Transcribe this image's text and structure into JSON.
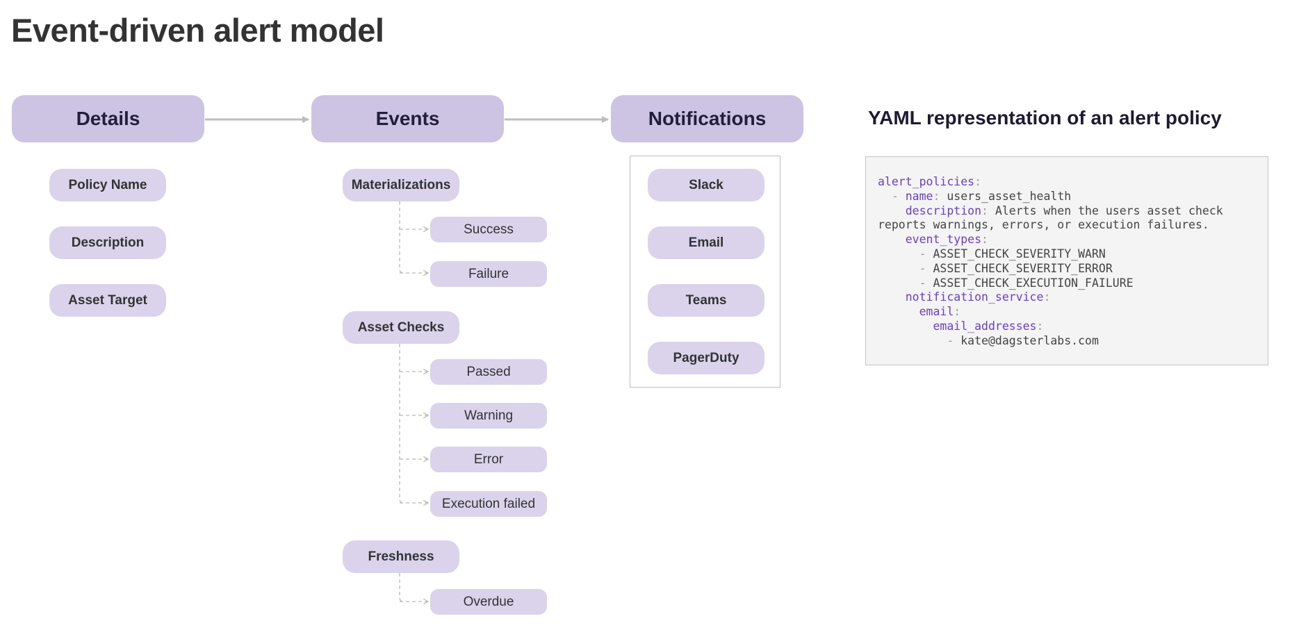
{
  "title": "Event-driven alert model",
  "colors": {
    "header_fill": "#cdc3e3",
    "pill_fill": "#dbd3ec",
    "arrow": "#bdbdbd",
    "connector": "#b8b8b8",
    "yaml_key": "#6a3fc0",
    "code_bg": "#f4f4f4"
  },
  "details": {
    "header": "Details",
    "items": [
      "Policy Name",
      "Description",
      "Asset Target"
    ]
  },
  "events": {
    "header": "Events",
    "groups": [
      {
        "label": "Materializations",
        "children": [
          "Success",
          "Failure"
        ]
      },
      {
        "label": "Asset Checks",
        "children": [
          "Passed",
          "Warning",
          "Error",
          "Execution failed"
        ]
      },
      {
        "label": "Freshness",
        "children": [
          "Overdue"
        ]
      }
    ]
  },
  "notifications": {
    "header": "Notifications",
    "items": [
      "Slack",
      "Email",
      "Teams",
      "PagerDuty"
    ]
  },
  "yaml": {
    "heading": "YAML representation of an alert policy",
    "lines": [
      {
        "indent": "",
        "key": "alert_policies",
        "punct": ":",
        "value": ""
      },
      {
        "indent": "  ",
        "dash": "- ",
        "key": "name",
        "punct": ": ",
        "value": "users_asset_health"
      },
      {
        "indent": "    ",
        "key": "description",
        "punct": ": ",
        "value": "Alerts when the users asset check"
      },
      {
        "indent": "",
        "value": "reports warnings, errors, or execution failures."
      },
      {
        "indent": "    ",
        "key": "event_types",
        "punct": ":",
        "value": ""
      },
      {
        "indent": "      ",
        "dash": "- ",
        "value": "ASSET_CHECK_SEVERITY_WARN"
      },
      {
        "indent": "      ",
        "dash": "- ",
        "value": "ASSET_CHECK_SEVERITY_ERROR"
      },
      {
        "indent": "      ",
        "dash": "- ",
        "value": "ASSET_CHECK_EXECUTION_FAILURE"
      },
      {
        "indent": "    ",
        "key": "notification_service",
        "punct": ":",
        "value": ""
      },
      {
        "indent": "      ",
        "key": "email",
        "punct": ":",
        "value": ""
      },
      {
        "indent": "        ",
        "key": "email_addresses",
        "punct": ":",
        "value": ""
      },
      {
        "indent": "          ",
        "dash": "- ",
        "value": "kate@dagsterlabs.com"
      }
    ]
  }
}
